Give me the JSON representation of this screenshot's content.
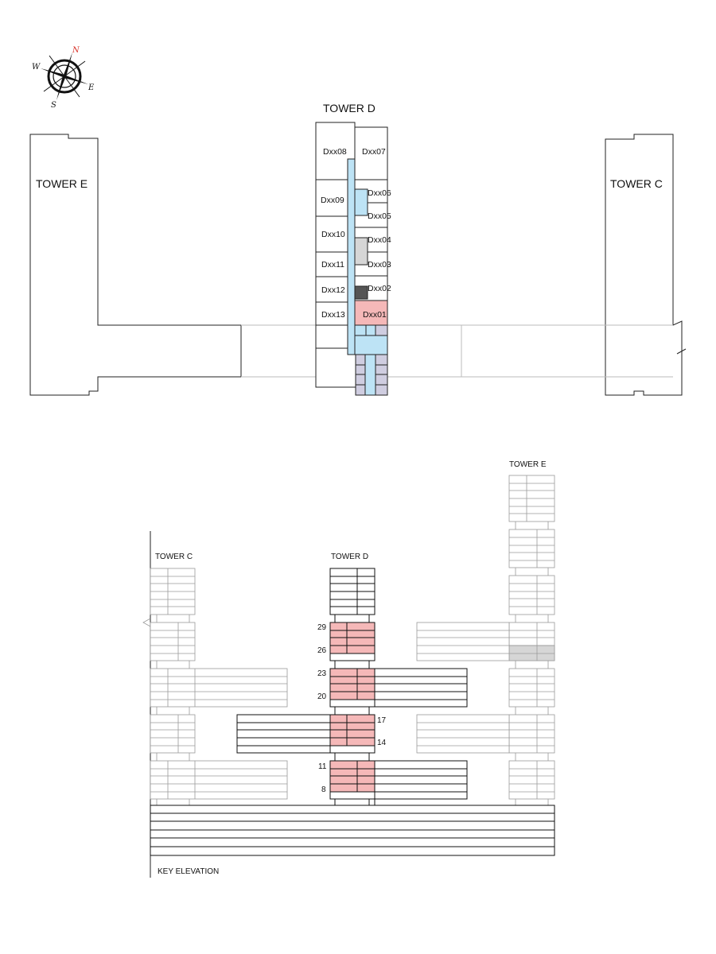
{
  "colors": {
    "corridor": "#bde3f5",
    "highlight": "#f5b8b8",
    "grey_unit": "#d6d6d6",
    "dark_unit": "#555555",
    "stair": "#cfcde0",
    "compass_north": "#d8332a"
  },
  "compass": {
    "n": "N",
    "e": "E",
    "s": "S",
    "w": "W"
  },
  "plan": {
    "tower_d": "TOWER D",
    "tower_e": "TOWER E",
    "tower_c": "TOWER C",
    "units": {
      "d08": "Dxx08",
      "d07": "Dxx07",
      "d09": "Dxx09",
      "d06": "Dxx06",
      "d05": "Dxx05",
      "d10": "Dxx10",
      "d04": "Dxx04",
      "d11": "Dxx11",
      "d03": "Dxx03",
      "d12": "Dxx12",
      "d02": "Dxx02",
      "d13": "Dxx13",
      "d01": "Dxx01"
    }
  },
  "elevation": {
    "tower_e": "TOWER E",
    "tower_c": "TOWER C",
    "tower_d": "TOWER D",
    "key": "KEY ELEVATION",
    "floors": {
      "f29": "29",
      "f26": "26",
      "f23": "23",
      "f20": "20",
      "f17": "17",
      "f14": "14",
      "f11": "11",
      "f8": "8"
    }
  }
}
